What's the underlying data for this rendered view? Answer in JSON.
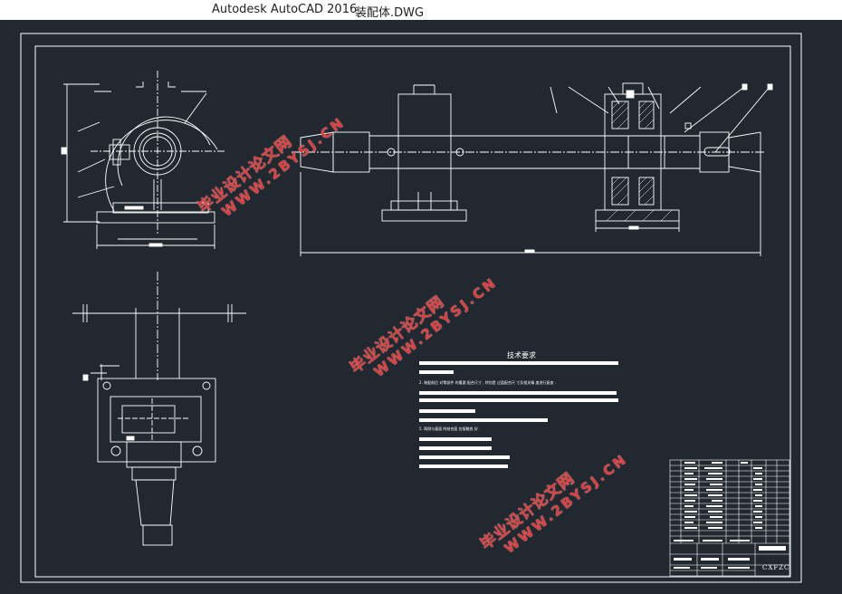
{
  "window": {
    "app_title": "Autodesk AutoCAD 2016",
    "file_name": "装配体.DWG"
  },
  "drawing": {
    "tech_requirements_title": "技术要求",
    "notes": [
      "2. 装配前后 对零部件 的重要 配合尺寸 , 特别是 过盈配合尺 寸及相关精 度进行复查 .",
      "5. 两侧与基面 的结合面 应接触良 好 ."
    ],
    "drawing_code": "CXFZC",
    "colors": {
      "background": "#212830",
      "lines": "#ffffff",
      "watermark": "#e23b3b"
    }
  },
  "watermark": {
    "line1": "毕业设计论文网",
    "line2": "WWW.2BYSJ.CN"
  }
}
